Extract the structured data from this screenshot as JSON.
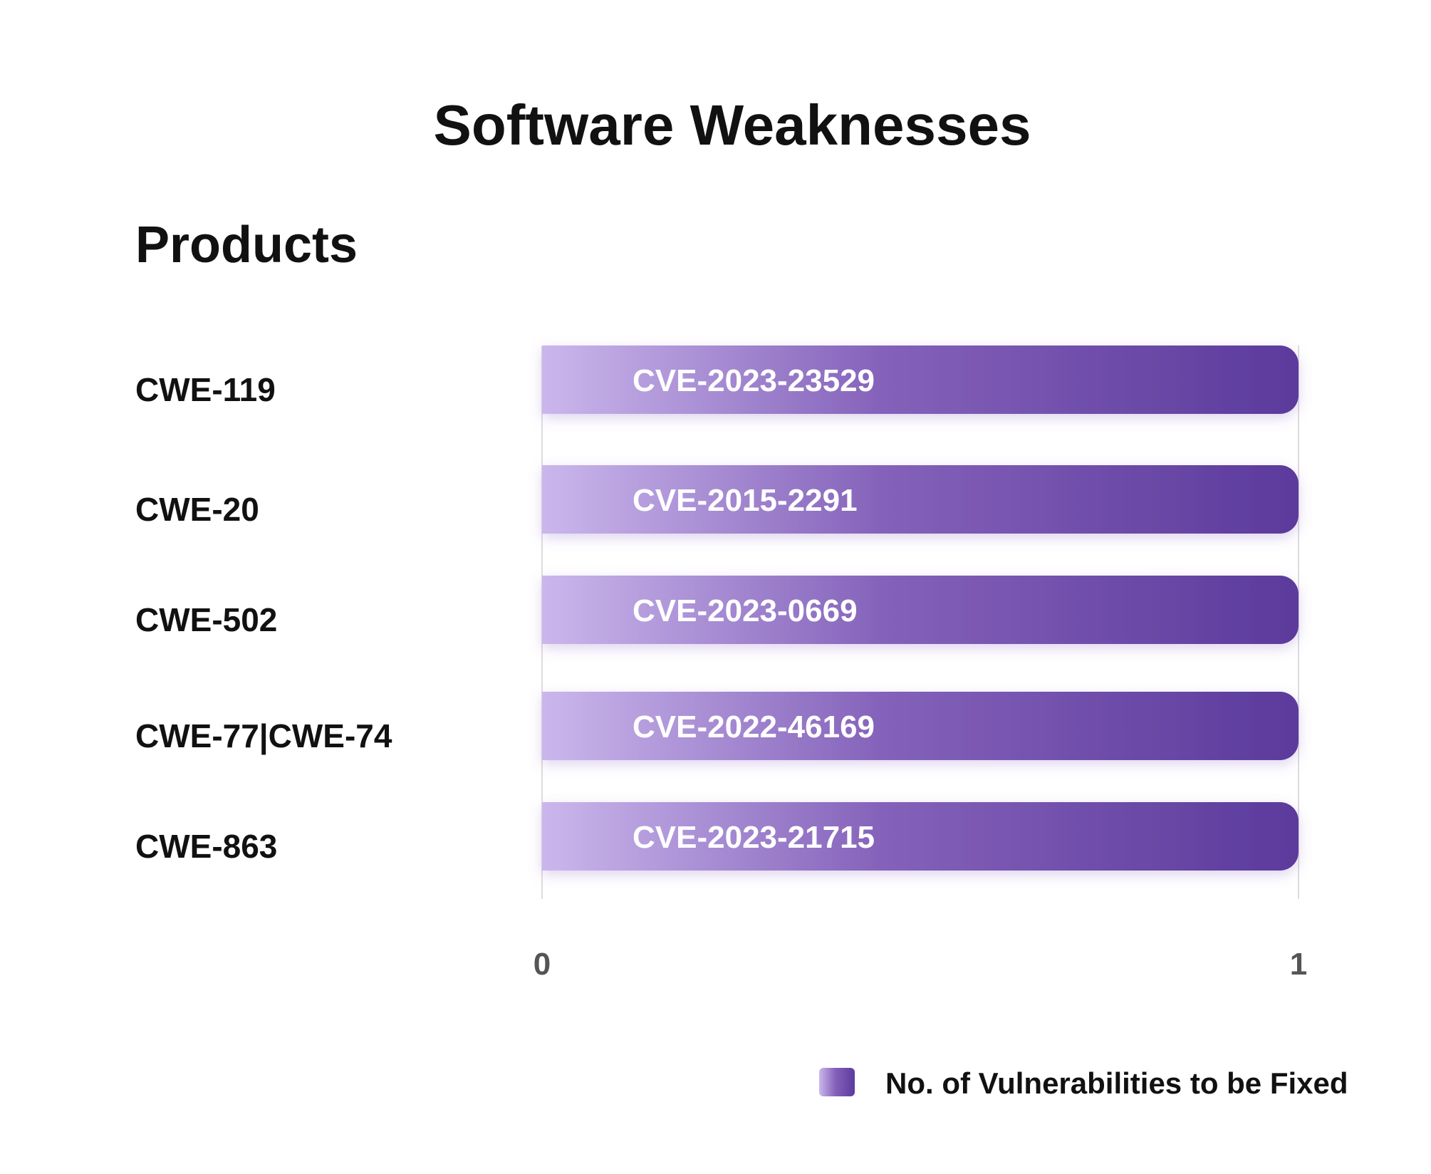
{
  "chart_data": {
    "type": "bar",
    "orientation": "horizontal",
    "title": "Software Weaknesses",
    "ylabel": "Products",
    "categories": [
      "CWE-119",
      "CWE-20",
      "CWE-502",
      "CWE-77|CWE-74",
      "CWE-863"
    ],
    "bar_labels": [
      "CVE-2023-23529",
      "CVE-2015-2291",
      "CVE-2023-0669",
      "CVE-2022-46169",
      "CVE-2023-21715"
    ],
    "series": [
      {
        "name": "No. of Vulnerabilities to be Fixed",
        "values": [
          1,
          1,
          1,
          1,
          1
        ]
      }
    ],
    "xlim": [
      0,
      1
    ],
    "xticks": [
      "0",
      "1"
    ],
    "grid": true,
    "legend": "bottom-right",
    "colors": {
      "bar_start": "#cbb7ec",
      "bar_end": "#5b3a9c",
      "text": "#111111",
      "tick_text": "#555555",
      "grid": "#dddddd"
    }
  }
}
